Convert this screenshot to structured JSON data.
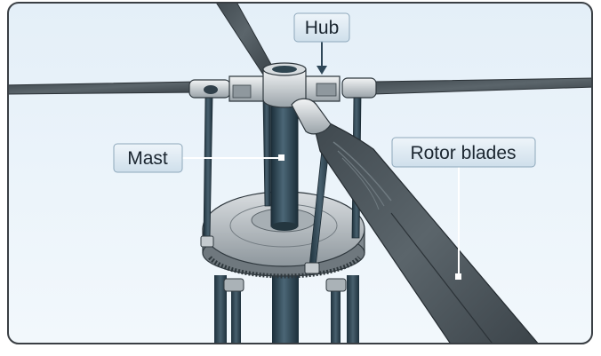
{
  "labels": {
    "hub": "Hub",
    "mast": "Mast",
    "rotor_blades": "Rotor blades"
  },
  "colors": {
    "background": "#eaf3fa",
    "frame": "#3a3f44",
    "label_fill": "#dde9f2",
    "label_stroke": "#8ea8bb",
    "metal_dark": "#233a47",
    "metal_mid": "#3d5564",
    "metal_light": "#cdd3d8",
    "blade": "#4a5359",
    "leader": "#ffffff"
  }
}
